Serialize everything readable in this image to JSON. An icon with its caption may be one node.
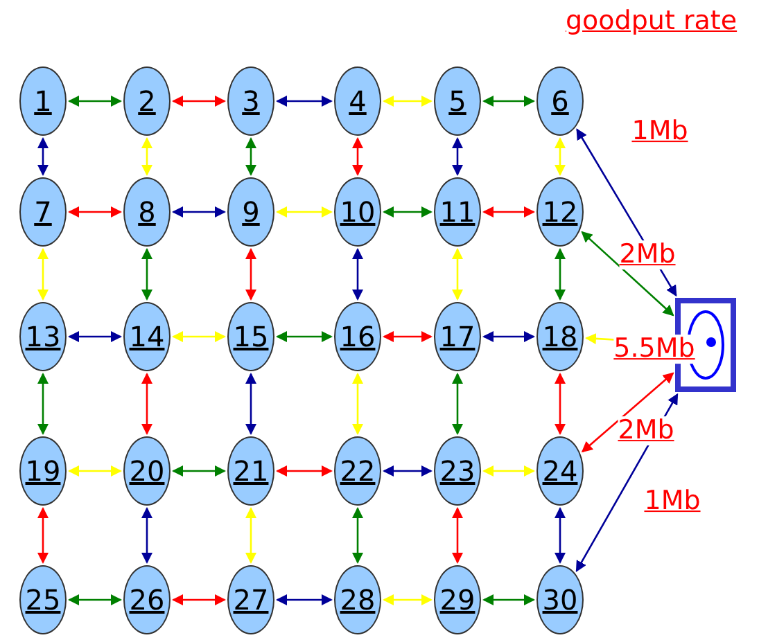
{
  "diagram": {
    "title": "goodput rate",
    "nodes": [
      {
        "text": [
          "1"
        ]
      },
      {
        "text": [
          "2"
        ]
      },
      {
        "text": [
          "3"
        ]
      },
      {
        "text": [
          "4"
        ]
      },
      {
        "text": [
          "5"
        ]
      },
      {
        "text": [
          "6"
        ]
      },
      {
        "text": [
          "7"
        ]
      },
      {
        "text": [
          "8"
        ]
      },
      {
        "text": [
          "9"
        ]
      },
      {
        "text": [
          "10"
        ]
      },
      {
        "text": [
          "11"
        ]
      },
      {
        "text": [
          "12"
        ]
      },
      {
        "text": [
          "13"
        ]
      },
      {
        "text": [
          "14"
        ]
      },
      {
        "text": [
          "15"
        ]
      },
      {
        "text": [
          "16"
        ]
      },
      {
        "text": [
          "17"
        ]
      },
      {
        "text": [
          "18"
        ]
      },
      {
        "text": [
          "19"
        ]
      },
      {
        "text": [
          "20"
        ]
      },
      {
        "text": [
          "21"
        ]
      },
      {
        "text": [
          "22"
        ]
      },
      {
        "text": [
          "23"
        ]
      },
      {
        "text": [
          "24"
        ]
      },
      {
        "text": [
          "25"
        ]
      },
      {
        "text": [
          "26"
        ]
      },
      {
        "text": [
          "27"
        ]
      },
      {
        "text": [
          "28"
        ]
      },
      {
        "text": [
          "29"
        ]
      },
      {
        "text": [
          "30"
        ]
      },
      {
        "text": [],
        "shape": "box"
      }
    ],
    "edges": [
      {
        "from": 0,
        "to": 1,
        "arrow": "both",
        "color": "#008000"
      },
      {
        "from": 1,
        "to": 2,
        "arrow": "both",
        "color": "#ff0000"
      },
      {
        "from": 2,
        "to": 3,
        "arrow": "both",
        "color": "#000099"
      },
      {
        "from": 3,
        "to": 4,
        "arrow": "both",
        "color": "#ffff00"
      },
      {
        "from": 4,
        "to": 5,
        "arrow": "both",
        "color": "#008000"
      },
      {
        "from": 6,
        "to": 7,
        "arrow": "both",
        "color": "#ff0000"
      },
      {
        "from": 7,
        "to": 8,
        "arrow": "both",
        "color": "#000099"
      },
      {
        "from": 8,
        "to": 9,
        "arrow": "both",
        "color": "#ffff00"
      },
      {
        "from": 9,
        "to": 10,
        "arrow": "both",
        "color": "#008000"
      },
      {
        "from": 10,
        "to": 11,
        "arrow": "both",
        "color": "#ff0000"
      },
      {
        "from": 12,
        "to": 13,
        "arrow": "both",
        "color": "#000099"
      },
      {
        "from": 13,
        "to": 14,
        "arrow": "both",
        "color": "#ffff00"
      },
      {
        "from": 14,
        "to": 15,
        "arrow": "both",
        "color": "#008000"
      },
      {
        "from": 15,
        "to": 16,
        "arrow": "both",
        "color": "#ff0000"
      },
      {
        "from": 16,
        "to": 17,
        "arrow": "both",
        "color": "#000099"
      },
      {
        "from": 18,
        "to": 19,
        "arrow": "both",
        "color": "#ffff00"
      },
      {
        "from": 19,
        "to": 20,
        "arrow": "both",
        "color": "#008000"
      },
      {
        "from": 20,
        "to": 21,
        "arrow": "both",
        "color": "#ff0000"
      },
      {
        "from": 21,
        "to": 22,
        "arrow": "both",
        "color": "#000099"
      },
      {
        "from": 22,
        "to": 23,
        "arrow": "both",
        "color": "#ffff00"
      },
      {
        "from": 24,
        "to": 25,
        "arrow": "both",
        "color": "#008000"
      },
      {
        "from": 25,
        "to": 26,
        "arrow": "both",
        "color": "#ff0000"
      },
      {
        "from": 26,
        "to": 27,
        "arrow": "both",
        "color": "#000099"
      },
      {
        "from": 27,
        "to": 28,
        "arrow": "both",
        "color": "#ffff00"
      },
      {
        "from": 28,
        "to": 29,
        "arrow": "both",
        "color": "#008000"
      },
      {
        "from": 0,
        "to": 6,
        "arrow": "both",
        "color": "#000099"
      },
      {
        "from": 6,
        "to": 12,
        "arrow": "both",
        "color": "#ffff00"
      },
      {
        "from": 12,
        "to": 18,
        "arrow": "both",
        "color": "#008000"
      },
      {
        "from": 18,
        "to": 24,
        "arrow": "both",
        "color": "#ff0000"
      },
      {
        "from": 1,
        "to": 7,
        "arrow": "both",
        "color": "#ffff00"
      },
      {
        "from": 7,
        "to": 13,
        "arrow": "both",
        "color": "#008000"
      },
      {
        "from": 13,
        "to": 19,
        "arrow": "both",
        "color": "#ff0000"
      },
      {
        "from": 19,
        "to": 25,
        "arrow": "both",
        "color": "#000099"
      },
      {
        "from": 2,
        "to": 8,
        "arrow": "both",
        "color": "#008000"
      },
      {
        "from": 8,
        "to": 14,
        "arrow": "both",
        "color": "#ff0000"
      },
      {
        "from": 14,
        "to": 20,
        "arrow": "both",
        "color": "#000099"
      },
      {
        "from": 20,
        "to": 26,
        "arrow": "both",
        "color": "#ffff00"
      },
      {
        "from": 3,
        "to": 9,
        "arrow": "both",
        "color": "#ff0000"
      },
      {
        "from": 9,
        "to": 15,
        "arrow": "both",
        "color": "#000099"
      },
      {
        "from": 15,
        "to": 21,
        "arrow": "both",
        "color": "#ffff00"
      },
      {
        "from": 21,
        "to": 27,
        "arrow": "both",
        "color": "#008000"
      },
      {
        "from": 4,
        "to": 10,
        "arrow": "both",
        "color": "#000099"
      },
      {
        "from": 10,
        "to": 16,
        "arrow": "both",
        "color": "#ffff00"
      },
      {
        "from": 16,
        "to": 22,
        "arrow": "both",
        "color": "#008000"
      },
      {
        "from": 22,
        "to": 28,
        "arrow": "both",
        "color": "#ff0000"
      },
      {
        "from": 5,
        "to": 11,
        "arrow": "both",
        "color": "#ffff00"
      },
      {
        "from": 11,
        "to": 17,
        "arrow": "both",
        "color": "#008000"
      },
      {
        "from": 17,
        "to": 23,
        "arrow": "both",
        "color": "#ff0000"
      },
      {
        "from": 23,
        "to": 29,
        "arrow": "both",
        "color": "#000099"
      },
      {
        "from": 5,
        "to": 30,
        "arrow": "both",
        "color": "#000099",
        "label": "1Mb"
      },
      {
        "from": 11,
        "to": 30,
        "arrow": "both",
        "color": "#008000",
        "label": "2Mb"
      },
      {
        "from": 17,
        "to": 30,
        "arrow": "both",
        "color": "#ffff00",
        "label": "5.5Mb"
      },
      {
        "from": 23,
        "to": 30,
        "arrow": "both",
        "color": "#ff0000",
        "label": "2Mb"
      },
      {
        "from": 29,
        "to": 30,
        "arrow": "both",
        "color": "#000099",
        "label": "1Mb"
      }
    ]
  }
}
